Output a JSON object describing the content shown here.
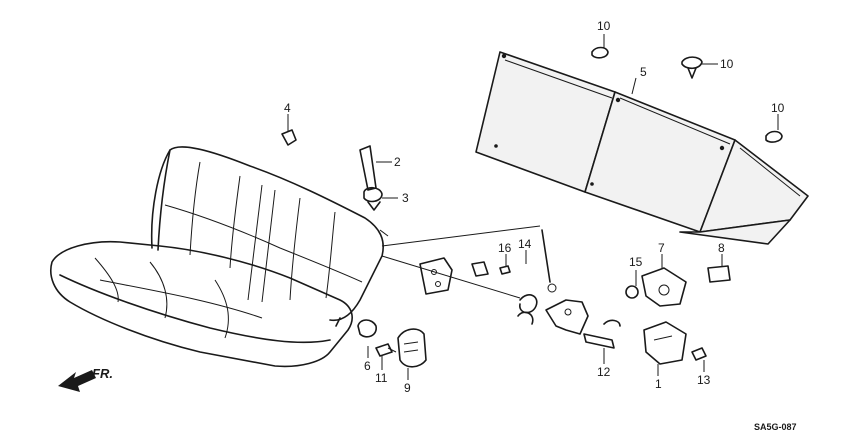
{
  "diagram": {
    "callouts": {
      "c1": "1",
      "c2": "2",
      "c3": "3",
      "c4": "4",
      "c5": "5",
      "c6": "6",
      "c7": "7",
      "c8": "8",
      "c9": "9",
      "c10a": "10",
      "c10b": "10",
      "c10c": "10",
      "c11": "11",
      "c12": "12",
      "c13": "13",
      "c14": "14",
      "c15": "15",
      "c16": "16"
    },
    "direction_label": "FR.",
    "drawing_code": "SA5G-087"
  }
}
